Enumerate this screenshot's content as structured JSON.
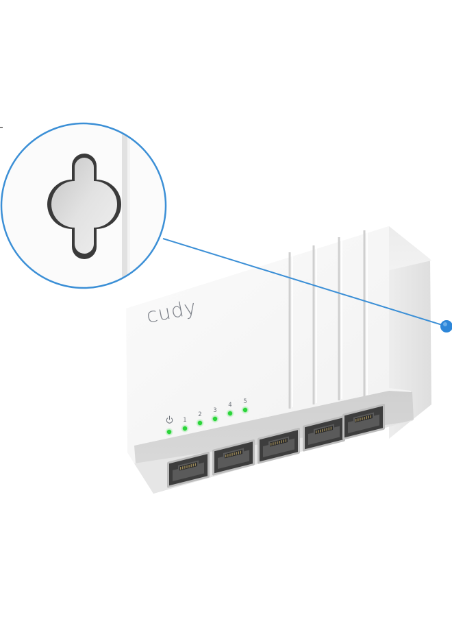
{
  "product": {
    "brand": "cudy",
    "port_labels": [
      "1",
      "2",
      "3",
      "4",
      "5"
    ]
  },
  "icons": {
    "power": "power-icon",
    "keyhole": "keyhole-mount-icon",
    "rj45": "rj45-port-icon"
  },
  "colors": {
    "led": "#2bd43a",
    "callout": "#3b8fd6",
    "body": "#f7f7f7",
    "bezel": "#d3d3d3",
    "port": "#4a4a4a",
    "brand_text": "#7d8189"
  }
}
